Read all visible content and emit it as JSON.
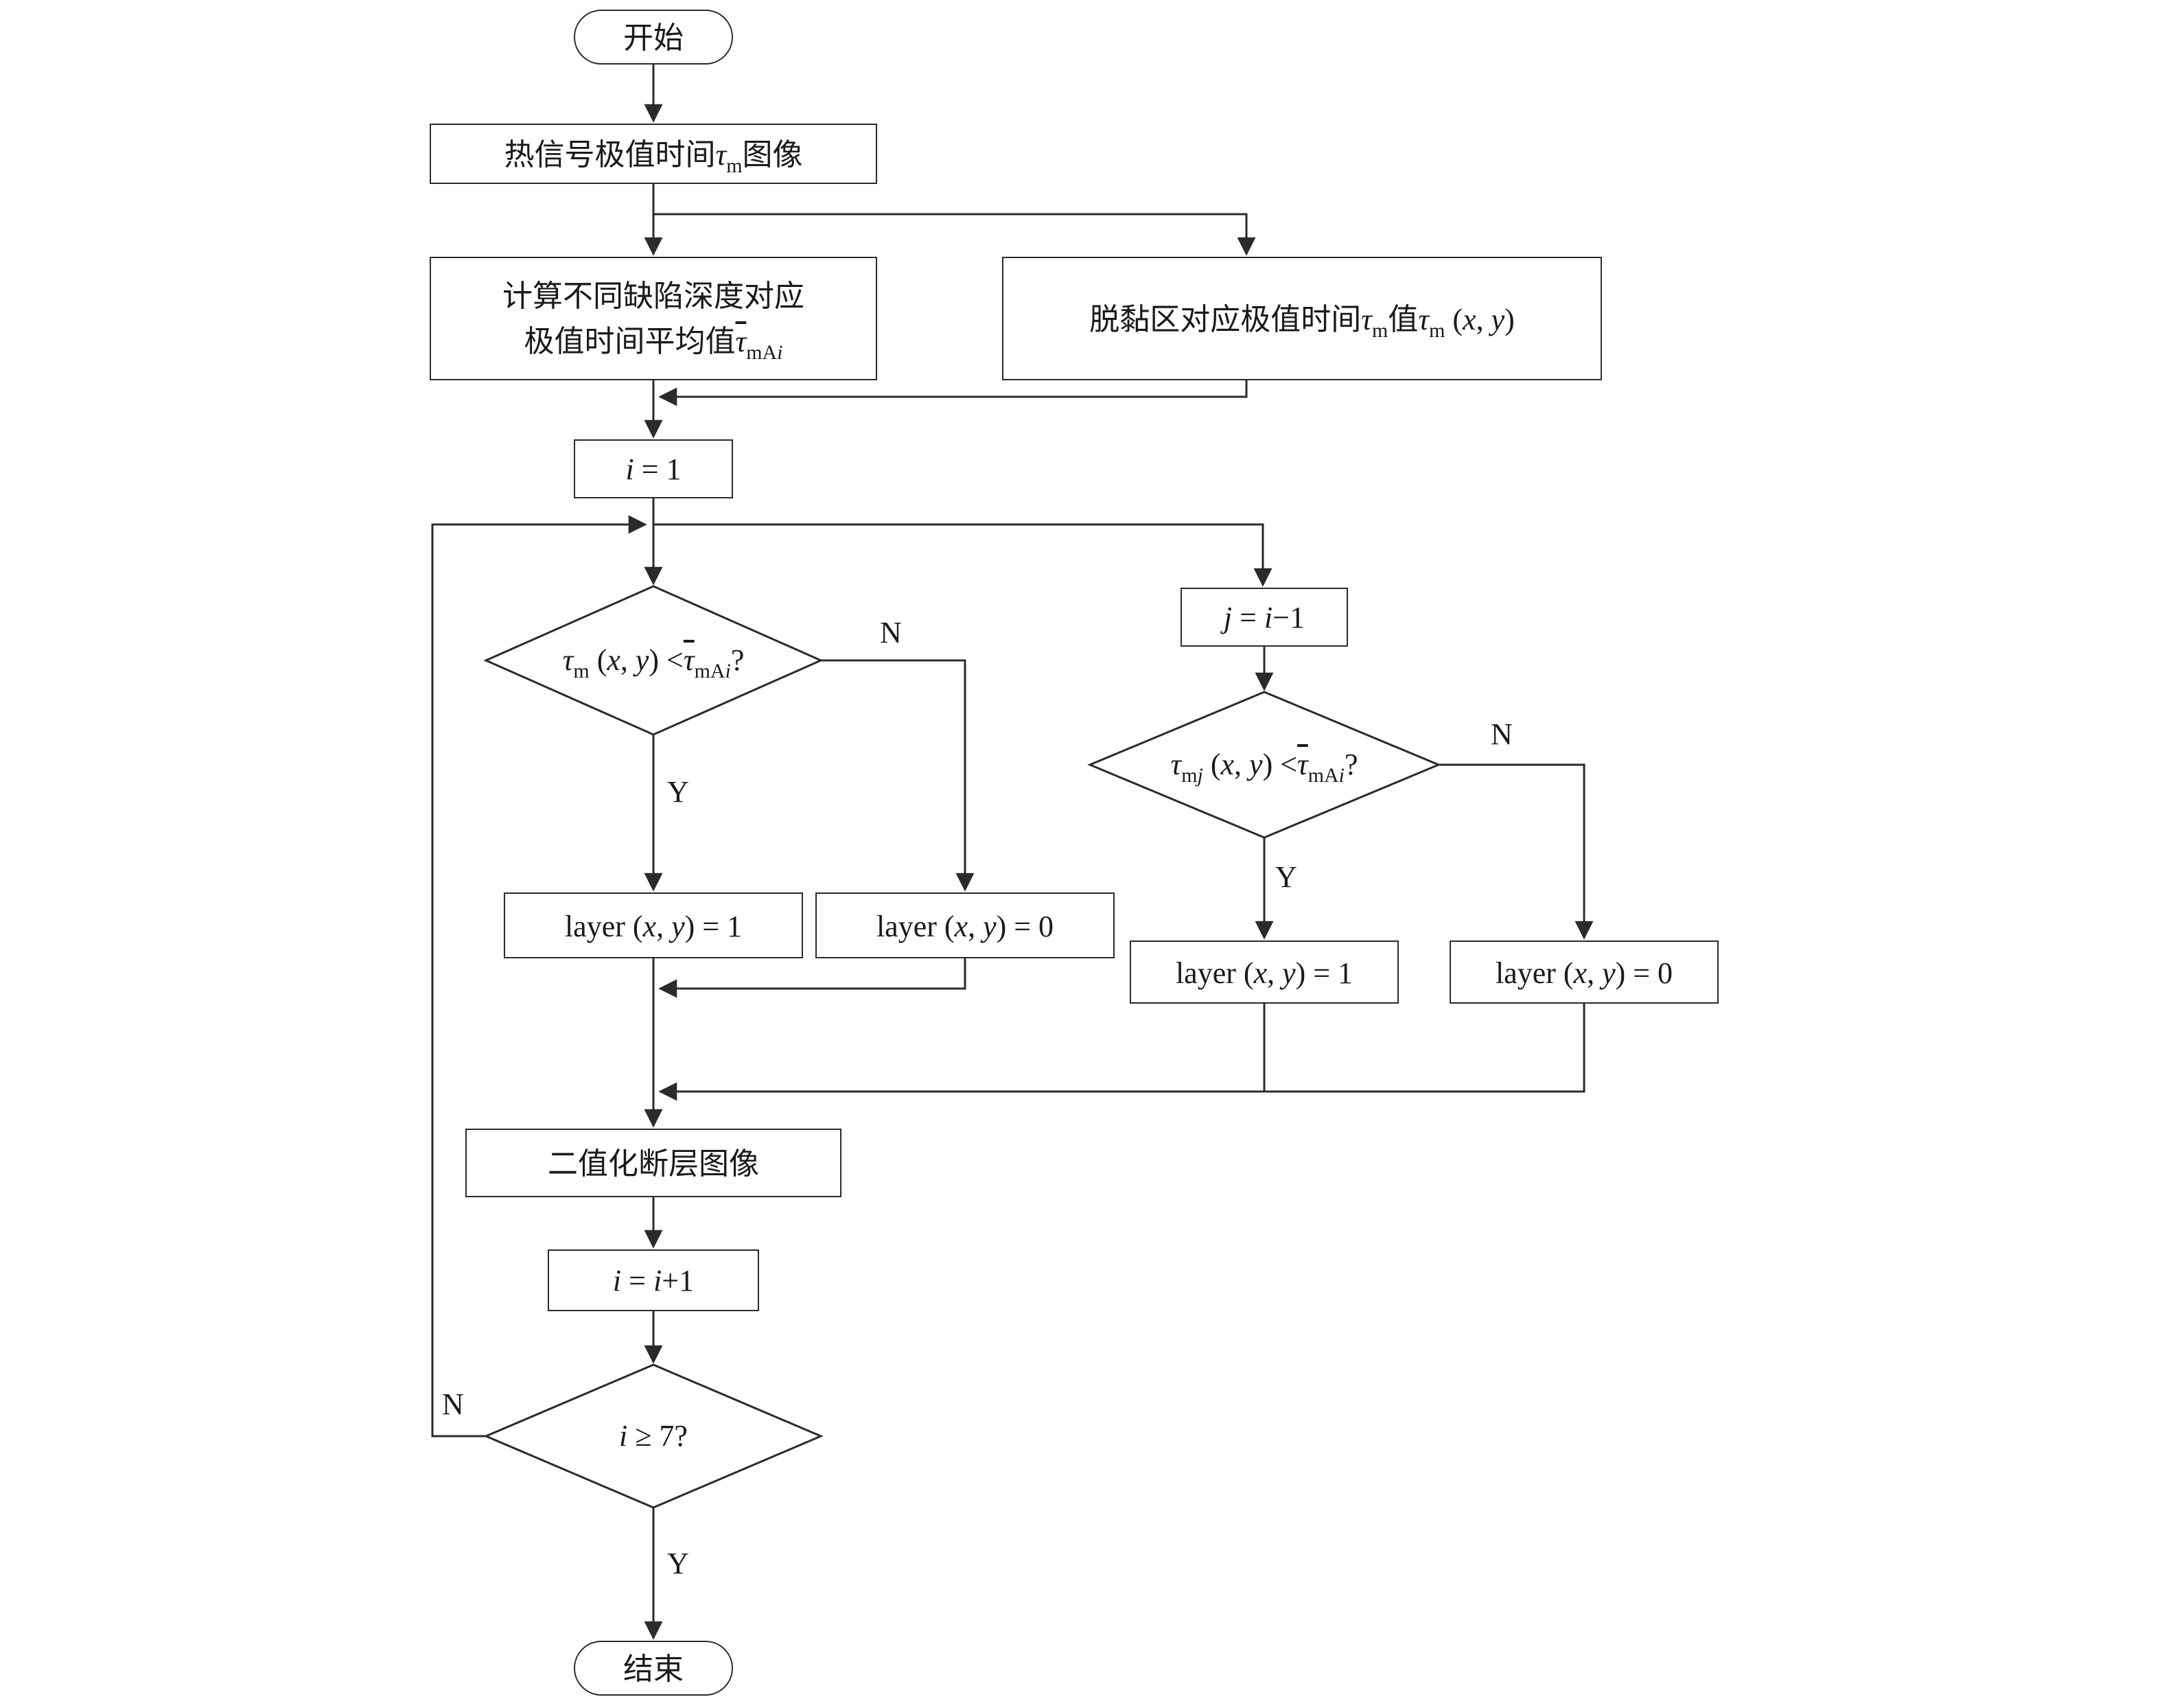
{
  "colors": {
    "background": "#ffffff",
    "line": "#2b2b2b",
    "text": "#1a1a1a"
  },
  "nodes": {
    "start": {
      "type": "terminal",
      "label": [
        {
          "t": "开始"
        }
      ]
    },
    "extremum_image": {
      "type": "process",
      "label": [
        {
          "t": "热信号极值时间"
        },
        {
          "t": "τ",
          "i": 1
        },
        {
          "t": "m",
          "sub": 1
        },
        {
          "t": "图像"
        }
      ]
    },
    "mean_calc": {
      "type": "process",
      "label": [
        {
          "t": "计算不同缺陷深度对应"
        },
        {
          "br": 1
        },
        {
          "t": "极值时间平均值"
        },
        {
          "t": "τ",
          "i": 1,
          "ov": 1
        },
        {
          "t": "mA",
          "sub": 1
        },
        {
          "t": "i",
          "sub": 1,
          "i": 1
        }
      ]
    },
    "debond": {
      "type": "process",
      "label": [
        {
          "t": "脱黏区对应极值时间"
        },
        {
          "t": "τ",
          "i": 1
        },
        {
          "t": "m",
          "sub": 1
        },
        {
          "t": "值"
        },
        {
          "t": "τ",
          "i": 1
        },
        {
          "t": "m",
          "sub": 1
        },
        {
          "t": " ("
        },
        {
          "t": "x",
          "i": 1
        },
        {
          "t": ", "
        },
        {
          "t": "y",
          "i": 1
        },
        {
          "t": ")"
        }
      ]
    },
    "init_i": {
      "type": "process",
      "label": [
        {
          "t": "i",
          "i": 1
        },
        {
          "t": " = 1"
        }
      ]
    },
    "cond_first": {
      "type": "decision",
      "label": [
        {
          "t": "τ",
          "i": 1
        },
        {
          "t": "m",
          "sub": 1
        },
        {
          "t": " ("
        },
        {
          "t": "x",
          "i": 1
        },
        {
          "t": ", "
        },
        {
          "t": "y",
          "i": 1
        },
        {
          "t": ") <"
        },
        {
          "t": "τ",
          "i": 1,
          "ov": 1
        },
        {
          "t": "mA",
          "sub": 1
        },
        {
          "t": "i",
          "sub": 1,
          "i": 1
        },
        {
          "t": "?"
        }
      ]
    },
    "set_j": {
      "type": "process",
      "label": [
        {
          "t": "j",
          "i": 1
        },
        {
          "t": " = "
        },
        {
          "t": "i",
          "i": 1
        },
        {
          "t": "−1"
        }
      ]
    },
    "cond_second": {
      "type": "decision",
      "label": [
        {
          "t": "τ",
          "i": 1
        },
        {
          "t": "m",
          "sub": 1
        },
        {
          "t": "j",
          "sub": 1,
          "i": 1
        },
        {
          "t": " ("
        },
        {
          "t": "x",
          "i": 1
        },
        {
          "t": ", "
        },
        {
          "t": "y",
          "i": 1
        },
        {
          "t": ") <"
        },
        {
          "t": "τ",
          "i": 1,
          "ov": 1
        },
        {
          "t": "mA",
          "sub": 1
        },
        {
          "t": "i",
          "sub": 1,
          "i": 1
        },
        {
          "t": "?"
        }
      ]
    },
    "layer1_left": {
      "type": "process",
      "label": [
        {
          "t": "layer ("
        },
        {
          "t": "x",
          "i": 1
        },
        {
          "t": ", "
        },
        {
          "t": "y",
          "i": 1
        },
        {
          "t": ") = 1"
        }
      ]
    },
    "layer0_left": {
      "type": "process",
      "label": [
        {
          "t": "layer ("
        },
        {
          "t": "x",
          "i": 1
        },
        {
          "t": ", "
        },
        {
          "t": "y",
          "i": 1
        },
        {
          "t": ") = 0"
        }
      ]
    },
    "layer1_right": {
      "type": "process",
      "label": [
        {
          "t": "layer ("
        },
        {
          "t": "x",
          "i": 1
        },
        {
          "t": ", "
        },
        {
          "t": "y",
          "i": 1
        },
        {
          "t": ") = 1"
        }
      ]
    },
    "layer0_right": {
      "type": "process",
      "label": [
        {
          "t": "layer ("
        },
        {
          "t": "x",
          "i": 1
        },
        {
          "t": ", "
        },
        {
          "t": "y",
          "i": 1
        },
        {
          "t": ") = 0"
        }
      ]
    },
    "binarized": {
      "type": "process",
      "label": [
        {
          "t": "二值化断层图像"
        }
      ]
    },
    "increment": {
      "type": "process",
      "label": [
        {
          "t": "i",
          "i": 1
        },
        {
          "t": " = "
        },
        {
          "t": "i",
          "i": 1
        },
        {
          "t": "+1"
        }
      ]
    },
    "cond_loop": {
      "type": "decision",
      "label": [
        {
          "t": "i",
          "i": 1
        },
        {
          "t": " ≥ 7?"
        }
      ]
    },
    "end": {
      "type": "terminal",
      "label": [
        {
          "t": "结束"
        }
      ]
    }
  },
  "edge_labels": {
    "first_yes": "Y",
    "first_no": "N",
    "second_yes": "Y",
    "second_no": "N",
    "loop_yes": "Y",
    "loop_no": "N"
  }
}
